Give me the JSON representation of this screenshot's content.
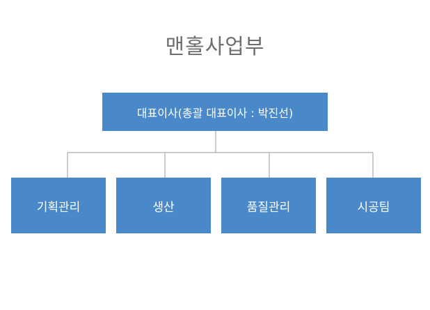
{
  "title": "맨홀사업부",
  "org": {
    "top": "대표이사(총괄 대표이사 : 박진선)",
    "children": [
      "기획관리",
      "생산",
      "품질관리",
      "시공팀"
    ]
  },
  "colors": {
    "box_fill": "#4a89c9",
    "box_text": "#ffffff",
    "connector": "#9a9a9a",
    "title_text": "#6e6e6e"
  }
}
